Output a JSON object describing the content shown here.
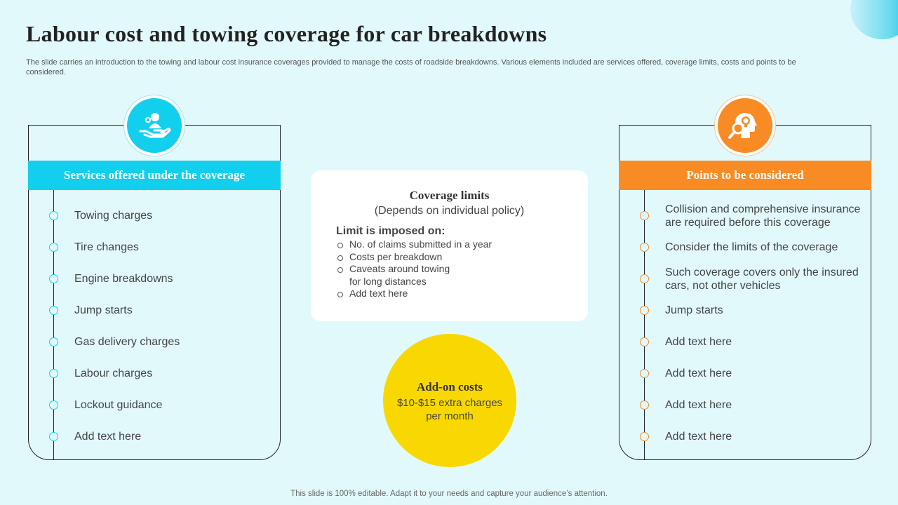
{
  "title": "Labour cost and towing coverage for car breakdowns",
  "subtitle": "The slide carries an introduction to the towing and labour cost insurance coverages provided to manage the costs of roadside breakdowns. Various elements included are services offered, coverage limits, costs and points to be considered.",
  "colors": {
    "accent_blue": "#13cfee",
    "accent_orange": "#f98b25",
    "addon_yellow": "#f8d800",
    "background": "#e2f9fc"
  },
  "services": {
    "icon": "hand-holding-person-icon",
    "header": "Services offered under the coverage",
    "items": [
      "Towing charges",
      "Tire changes",
      "Engine breakdowns",
      "Jump starts",
      "Gas delivery charges",
      "Labour charges",
      "Lockout guidance",
      "Add text here"
    ]
  },
  "limits": {
    "title": "Coverage limits",
    "subtitle": "(Depends on individual policy)",
    "heading": "Limit is imposed on:",
    "items": [
      "No. of claims submitted in a year",
      "Costs per breakdown",
      "Caveats around towing\nfor long distances",
      "Add text here"
    ]
  },
  "addon": {
    "title": "Add-on costs",
    "text": "$10-$15 extra charges per month"
  },
  "points": {
    "icon": "head-lightbulb-magnifier-icon",
    "header": "Points to be considered",
    "items": [
      "Collision and comprehensive insurance are required before this coverage",
      "Consider the limits of the coverage",
      "Such coverage covers only the insured cars, not other vehicles",
      "Jump starts",
      "Add text here",
      "Add text here",
      "Add text here",
      "Add text here"
    ]
  },
  "footer": "This slide is 100% editable. Adapt it to your needs and capture your audience’s attention."
}
